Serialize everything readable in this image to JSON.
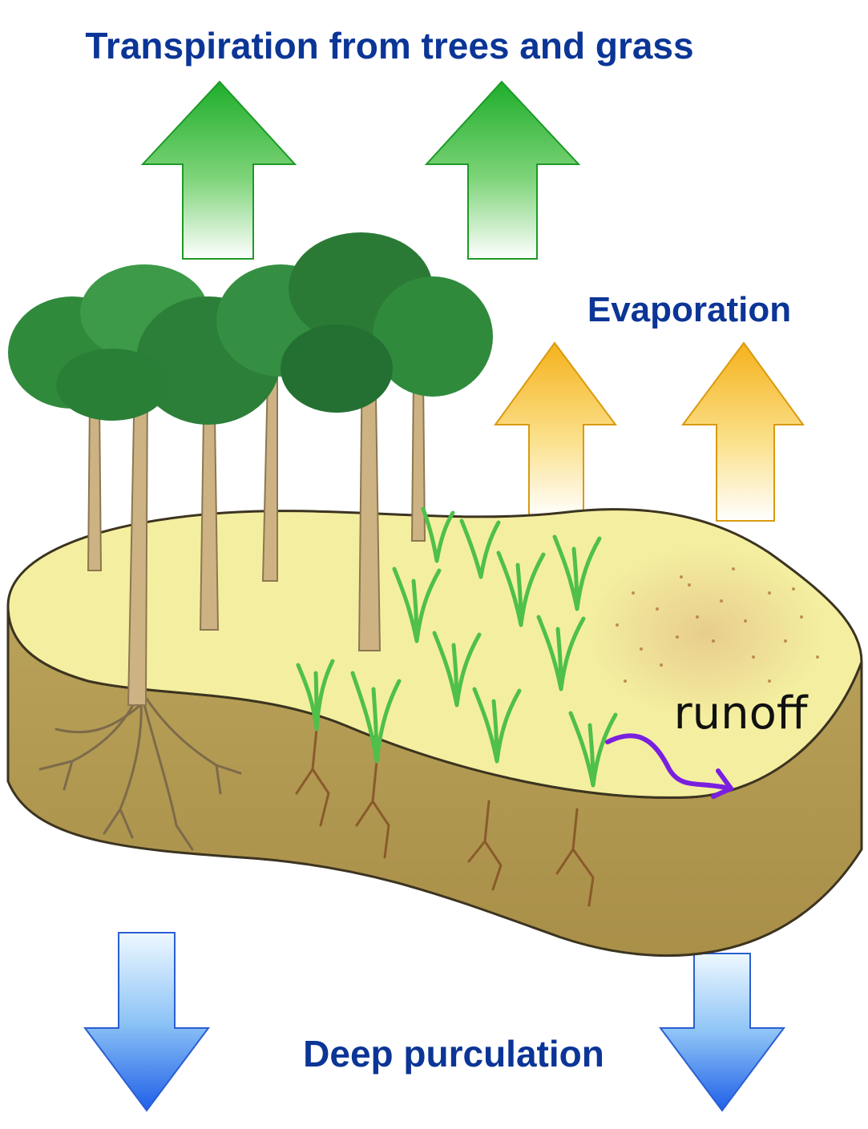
{
  "labels": {
    "transpiration": "Transpiration from trees and grass",
    "evaporation": "Evaporation",
    "runoff": "runoff",
    "deep_percolation": "Deep purculation"
  },
  "icons": {
    "transpiration_arrows": "up-arrow-icon",
    "evaporation_arrows": "up-arrow-icon",
    "percolation_arrows": "down-arrow-icon",
    "runoff_arrow": "curved-arrow-icon",
    "trees": "tree-icon",
    "grass": "grass-icon",
    "roots": "root-icon"
  },
  "colors": {
    "label_text": "#0b3596",
    "transpiration_arrow": "#1fae2b",
    "evaporation_arrow": "#f5b21c",
    "percolation_arrow": "#2f6fe6",
    "soil_top": "#f4efa0",
    "soil_side": "#b9a25a",
    "runoff_arrow": "#7a1fe0",
    "tree_canopy": "#2f8a3c",
    "tree_trunk": "#cdb384",
    "root": "#8a5a2b",
    "grass": "#4fc04a"
  }
}
